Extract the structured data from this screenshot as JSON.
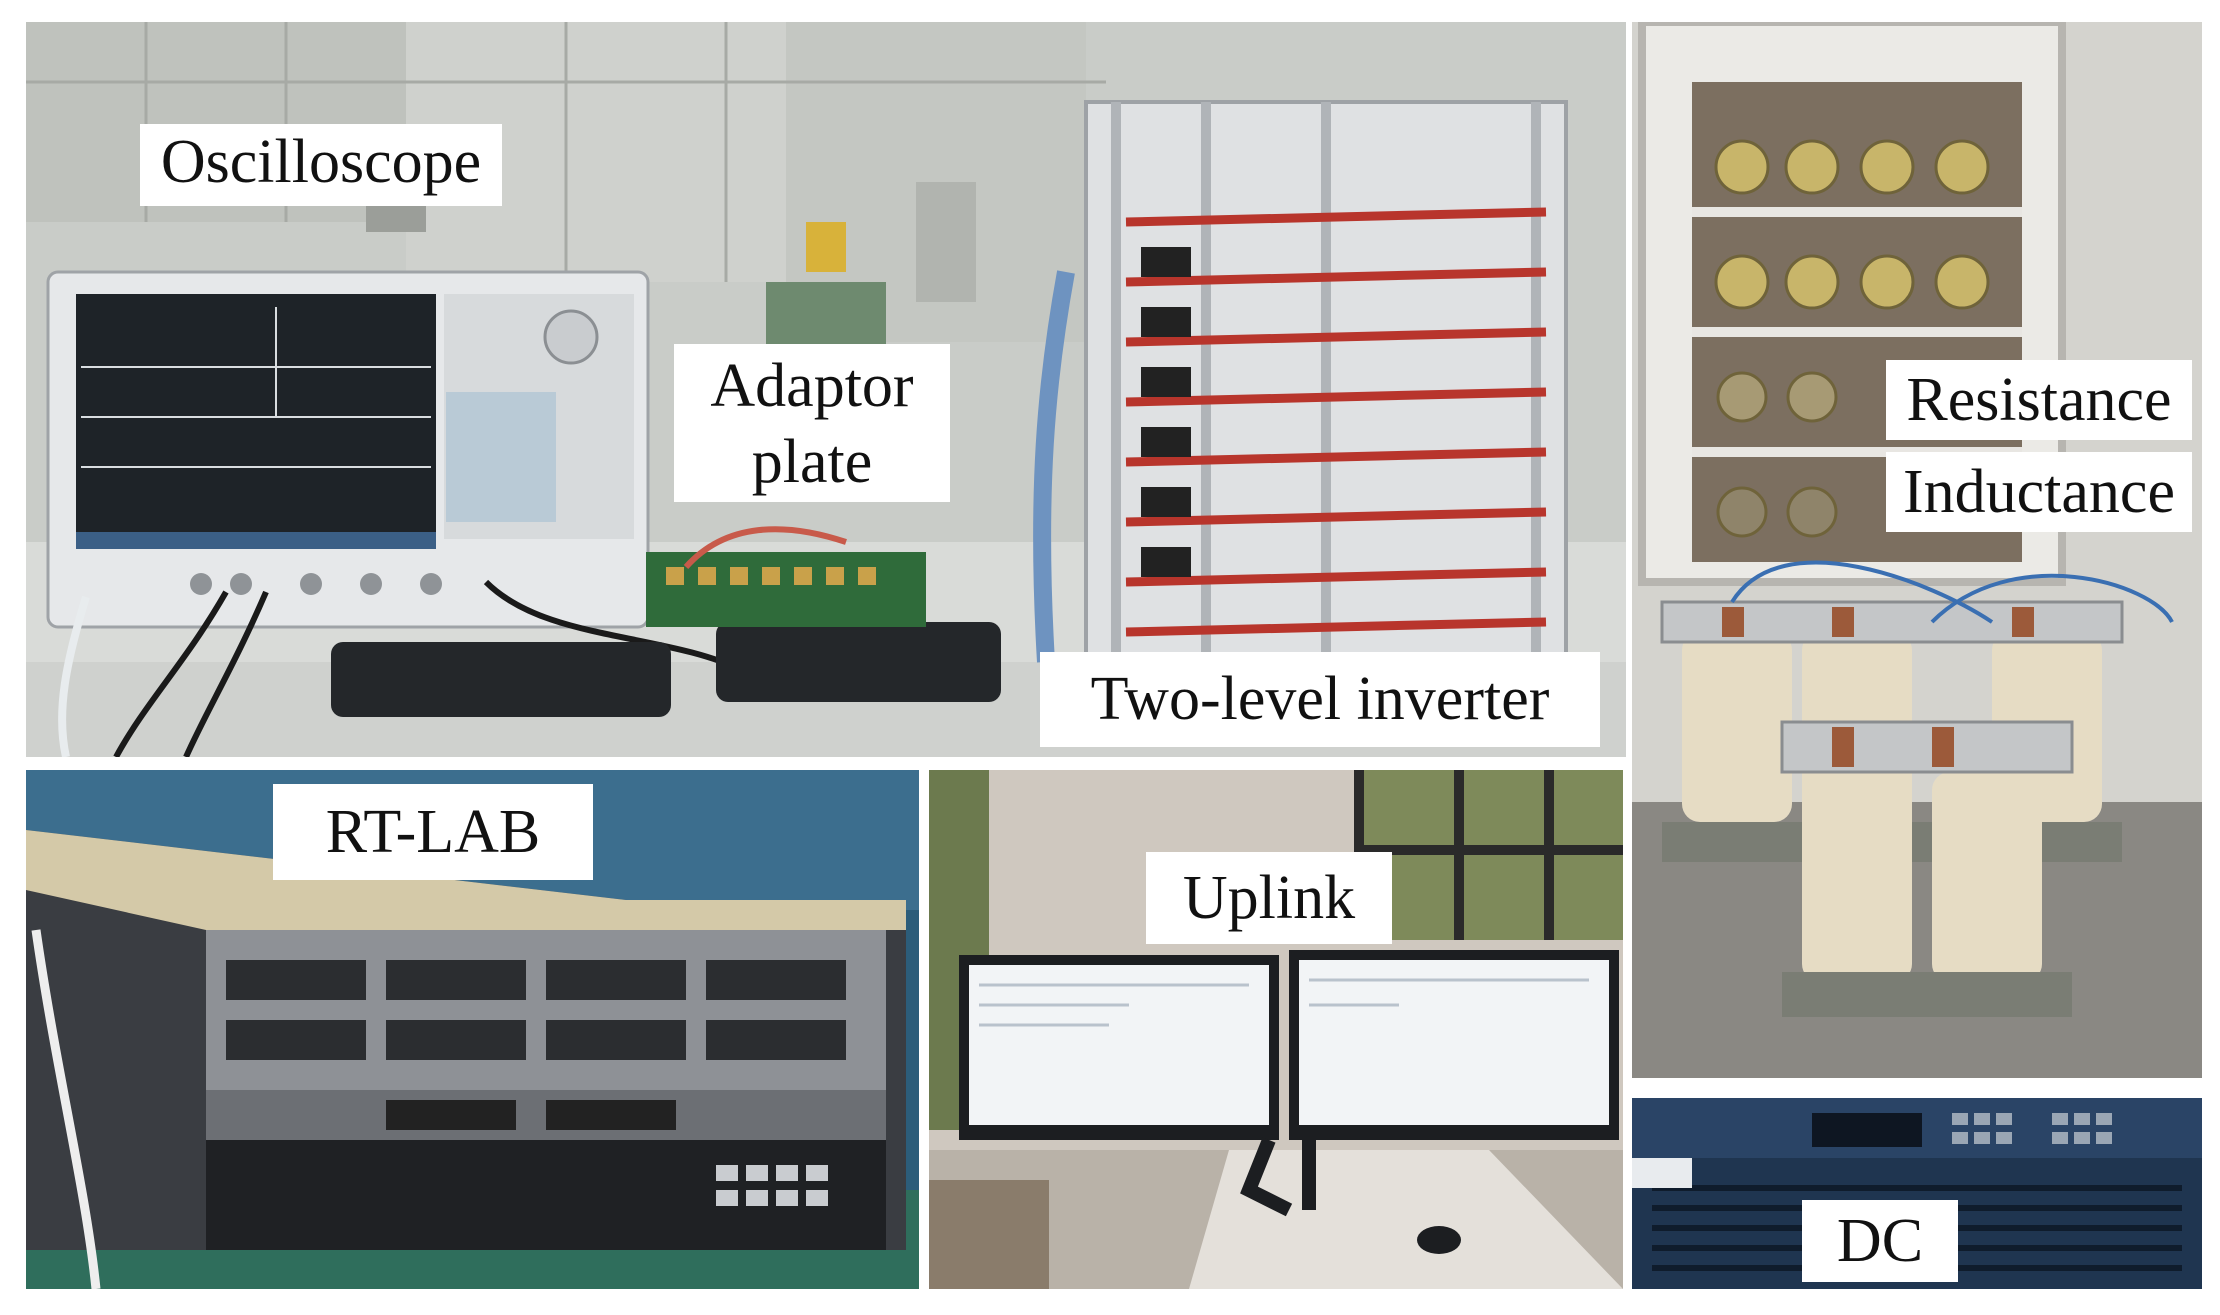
{
  "labels": {
    "oscilloscope": "Oscilloscope",
    "adaptor_plate_line1": "Adaptor",
    "adaptor_plate_line2": "plate",
    "two_level_inverter": "Two-level inverter",
    "resistance": "Resistance",
    "inductance": "Inductance",
    "rt_lab": "RT-LAB",
    "uplink": "Uplink",
    "dc": "DC"
  },
  "colors": {
    "label_background": "#ffffff",
    "label_text": "#111111",
    "cabinet_wall": "#c9ccc8",
    "rack_red": "#b8352c",
    "floor": "#8a8883",
    "rtlab_body": "#3a3d42",
    "dc_supply_blue": "#1f3550",
    "inductor_cream": "#e6dcc4"
  },
  "panels": [
    "lab-bench-photo",
    "resistance-inductance-cabinet-photo",
    "rt-lab-simulator-photo",
    "uplink-workstation-photo",
    "dc-power-supply-photo"
  ]
}
